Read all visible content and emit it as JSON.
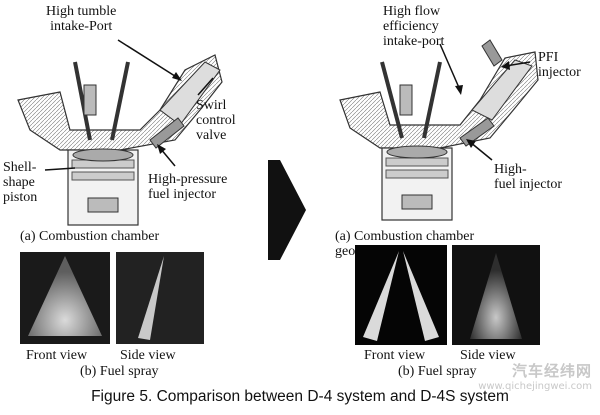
{
  "figure": {
    "caption": "Figure 5. Comparison between D-4 system and D-4S system"
  },
  "left_panel": {
    "labels": {
      "intake_line1": "High tumble",
      "intake_line2": "intake-Port",
      "swirl_line1": "Swirl",
      "swirl_line2": "control",
      "swirl_line3": "valve",
      "piston_line1": "Shell-",
      "piston_line2": "shape",
      "piston_line3": "piston",
      "injector_line1": "High-pressure",
      "injector_line2": "fuel injector"
    },
    "combustion_caption": "(a) Combustion chamber",
    "spray_front": "Front view",
    "spray_side": "Side view",
    "spray_caption": "(b) Fuel spray"
  },
  "right_panel": {
    "labels": {
      "intake_line1": "High flow",
      "intake_line2": "efficiency",
      "intake_line3": "intake-port",
      "pfi_line1": "PFI",
      "pfi_line2": "injector",
      "high_line1": "High-",
      "high_line2": "fuel injector"
    },
    "combustion_caption": "(a) Combustion chamber",
    "combustion_caption_cut": "geo",
    "spray_front": "Front view",
    "spray_side": "Side view",
    "spray_caption": "(b) Fuel spray"
  },
  "watermark": {
    "cn": "汽车经纬网",
    "url": "www.qichejingwei.com"
  },
  "icons": {
    "arrow": "right-arrow-icon"
  }
}
